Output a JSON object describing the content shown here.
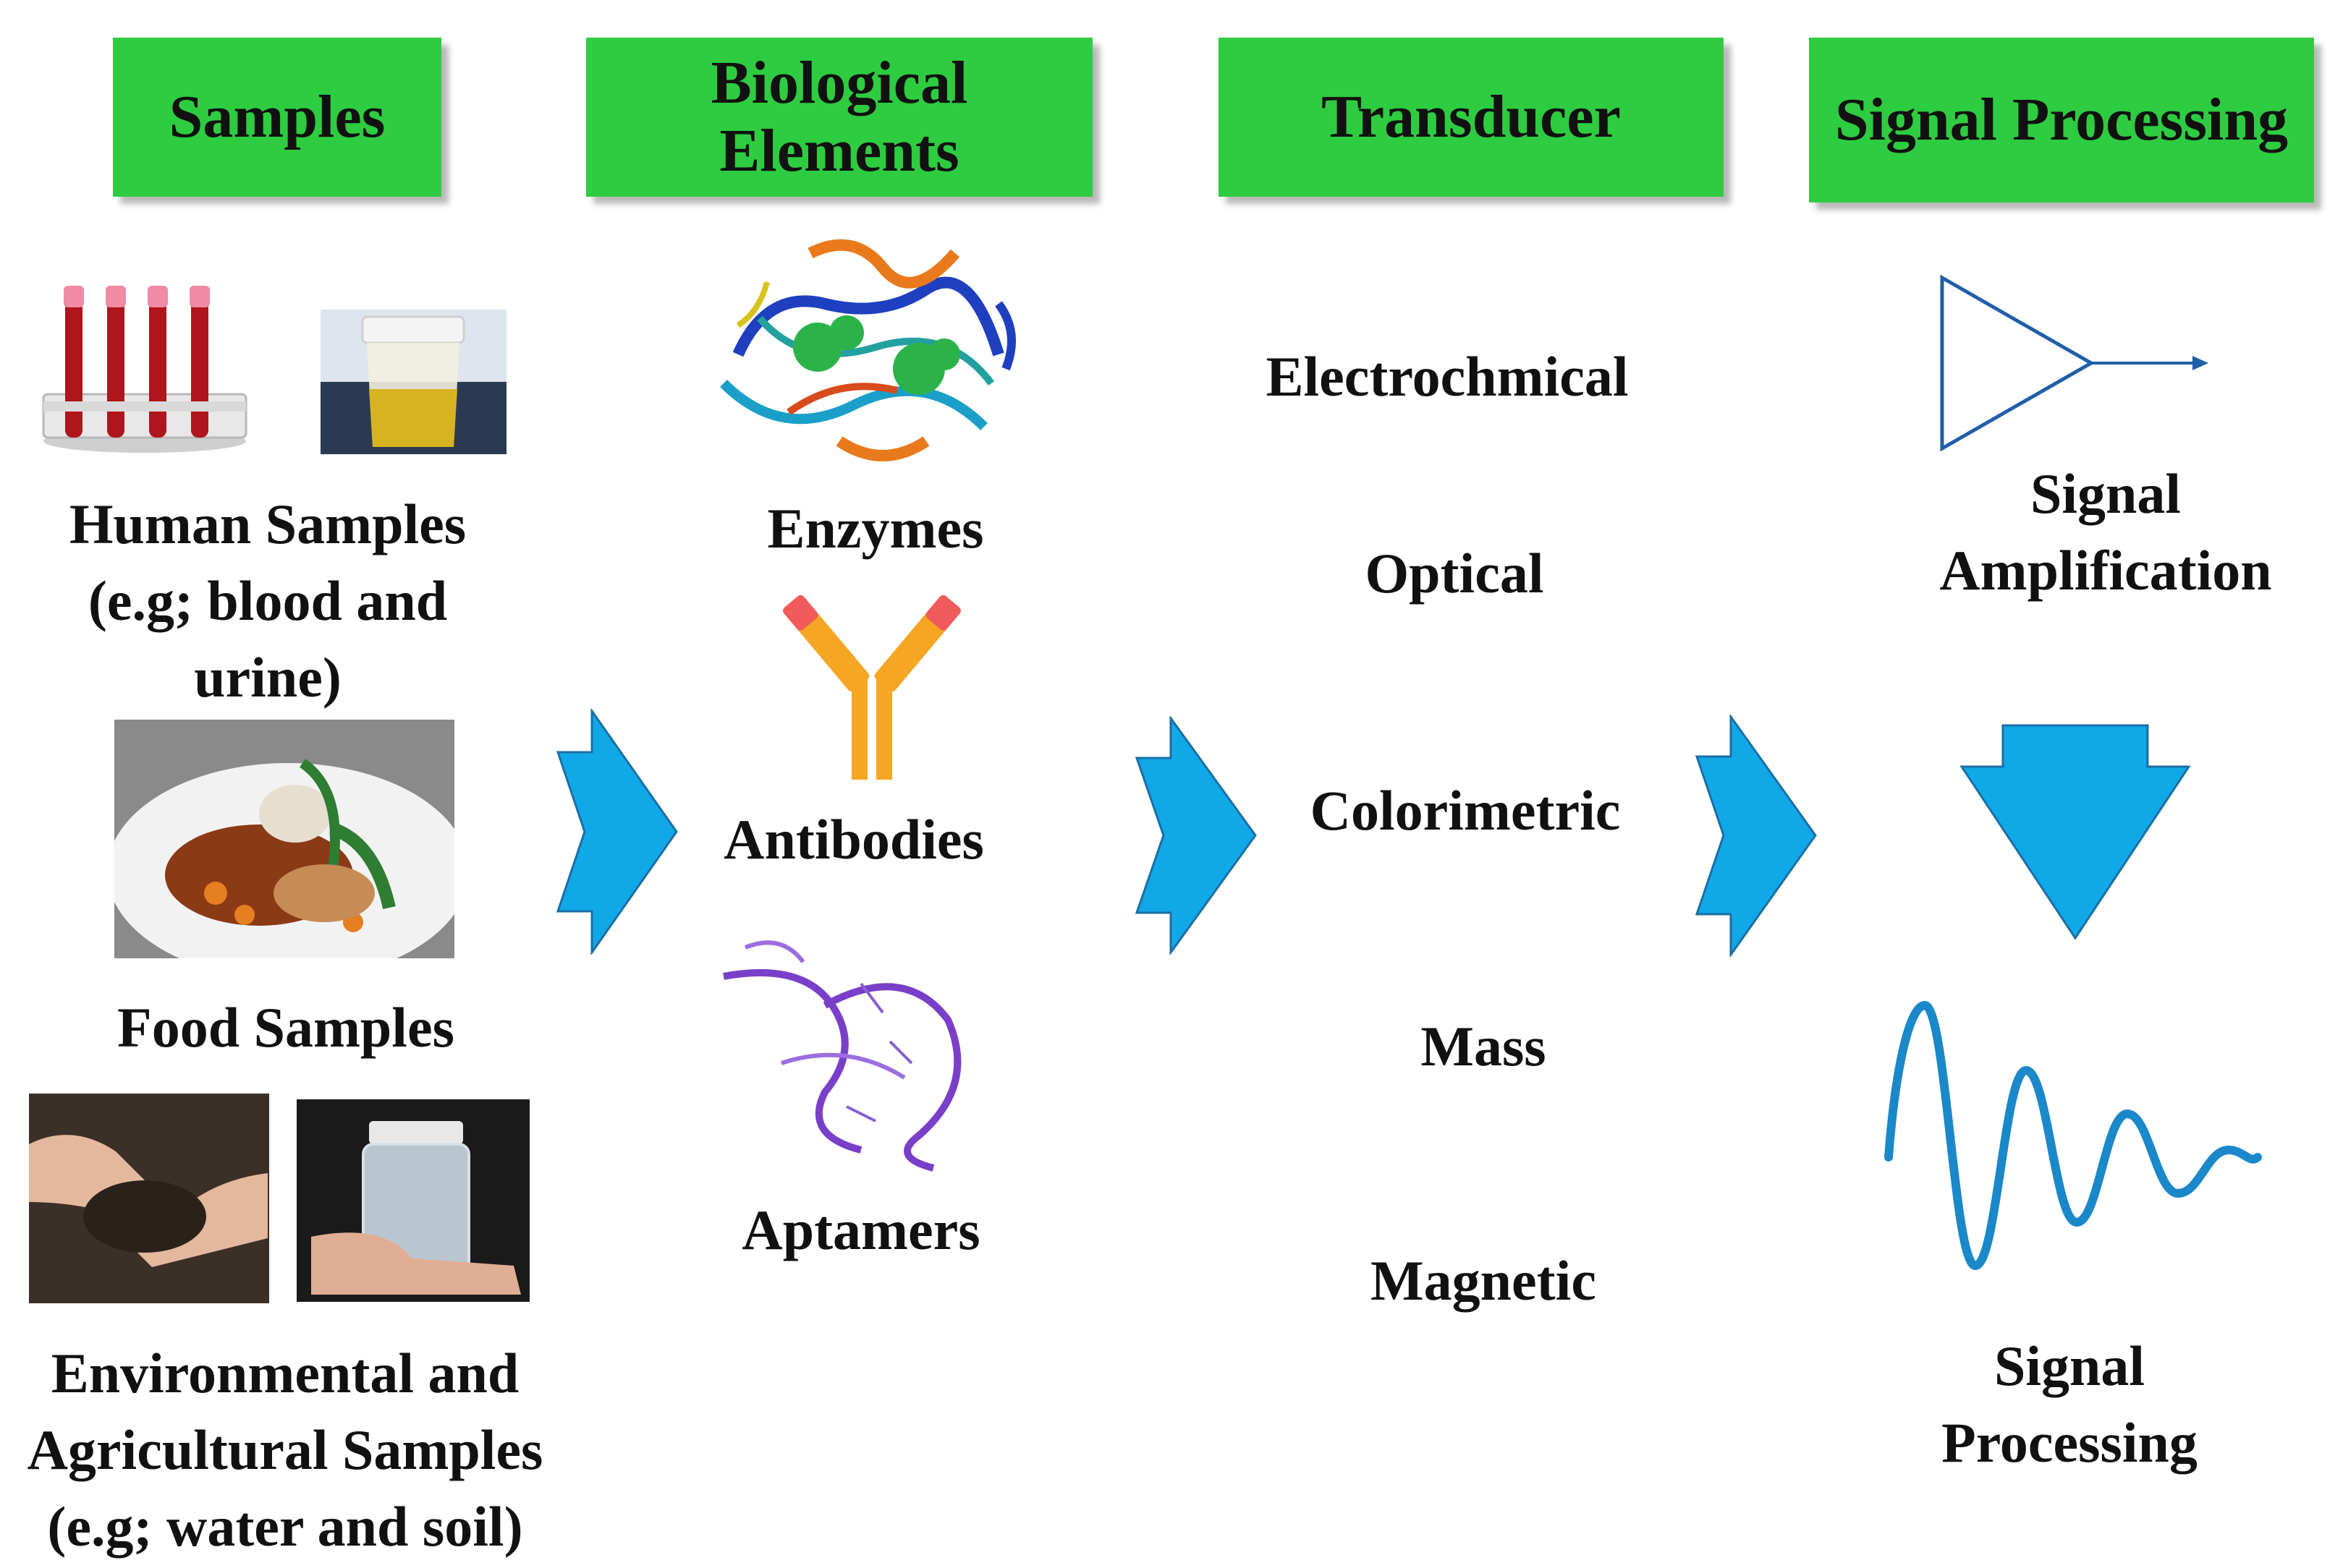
{
  "headers": {
    "samples": "Samples",
    "biological_elements": "Biological Elements",
    "transducer": "Transducer",
    "signal_processing": "Signal Processing"
  },
  "samples": {
    "human": "Human Samples (e.g; blood and urine)",
    "food": "Food Samples",
    "environmental": "Environmental and Agricultural Samples (e.g; water and soil)"
  },
  "biological_elements": {
    "enzymes": "Enzymes",
    "antibodies": "Antibodies",
    "aptamers": "Aptamers"
  },
  "transducers": {
    "electrochemical": "Electrochmical",
    "optical": "Optical",
    "colorimetric": "Colorimetric",
    "mass": "Mass",
    "magnetic": "Magnetic"
  },
  "signal": {
    "amplification": "Signal Amplification",
    "processing": "Signal Processing"
  },
  "colors": {
    "header_green": "#2ecc40",
    "arrow_blue": "#11a8e8",
    "signal_blue": "#1a88c9",
    "amplifier_blue": "#1f5fa8"
  }
}
